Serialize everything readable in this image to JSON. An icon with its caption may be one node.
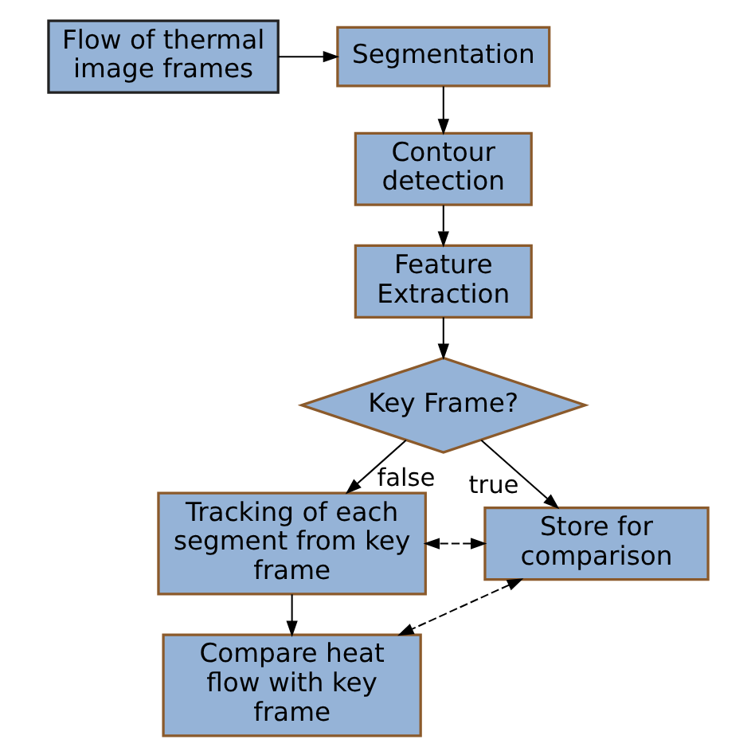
{
  "diagram": {
    "nodes": [
      {
        "text": [
          "Flow of thermal image frames"
        ]
      },
      {
        "text": [
          "Segmentation"
        ]
      },
      {
        "text": [
          "Contour detection"
        ]
      },
      {
        "text": [
          "Feature Extraction"
        ]
      },
      {
        "text": [
          "Key Frame?"
        ]
      },
      {
        "text": [
          "Tracking of each segment from key frame"
        ]
      },
      {
        "text": [
          "Store for comparison"
        ]
      },
      {
        "text": [
          "Compare heat flow with key frame"
        ]
      }
    ],
    "edges": [
      {
        "from": 0,
        "to": 1,
        "arrow": "to"
      },
      {
        "from": 1,
        "to": 2,
        "arrow": "to"
      },
      {
        "from": 2,
        "to": 3,
        "arrow": "to"
      },
      {
        "from": 3,
        "to": 4,
        "arrow": "to"
      },
      {
        "from": 4,
        "to": 6,
        "arrow": "to",
        "label": "true"
      },
      {
        "from": 4,
        "to": 5,
        "arrow": "to",
        "label": "false"
      },
      {
        "from": 6,
        "to": 5,
        "arrow": "both",
        "style": "dashed"
      },
      {
        "from": 5,
        "to": 7,
        "arrow": "to"
      },
      {
        "from": 6,
        "to": 7,
        "arrow": "both",
        "style": "dashed"
      }
    ]
  }
}
